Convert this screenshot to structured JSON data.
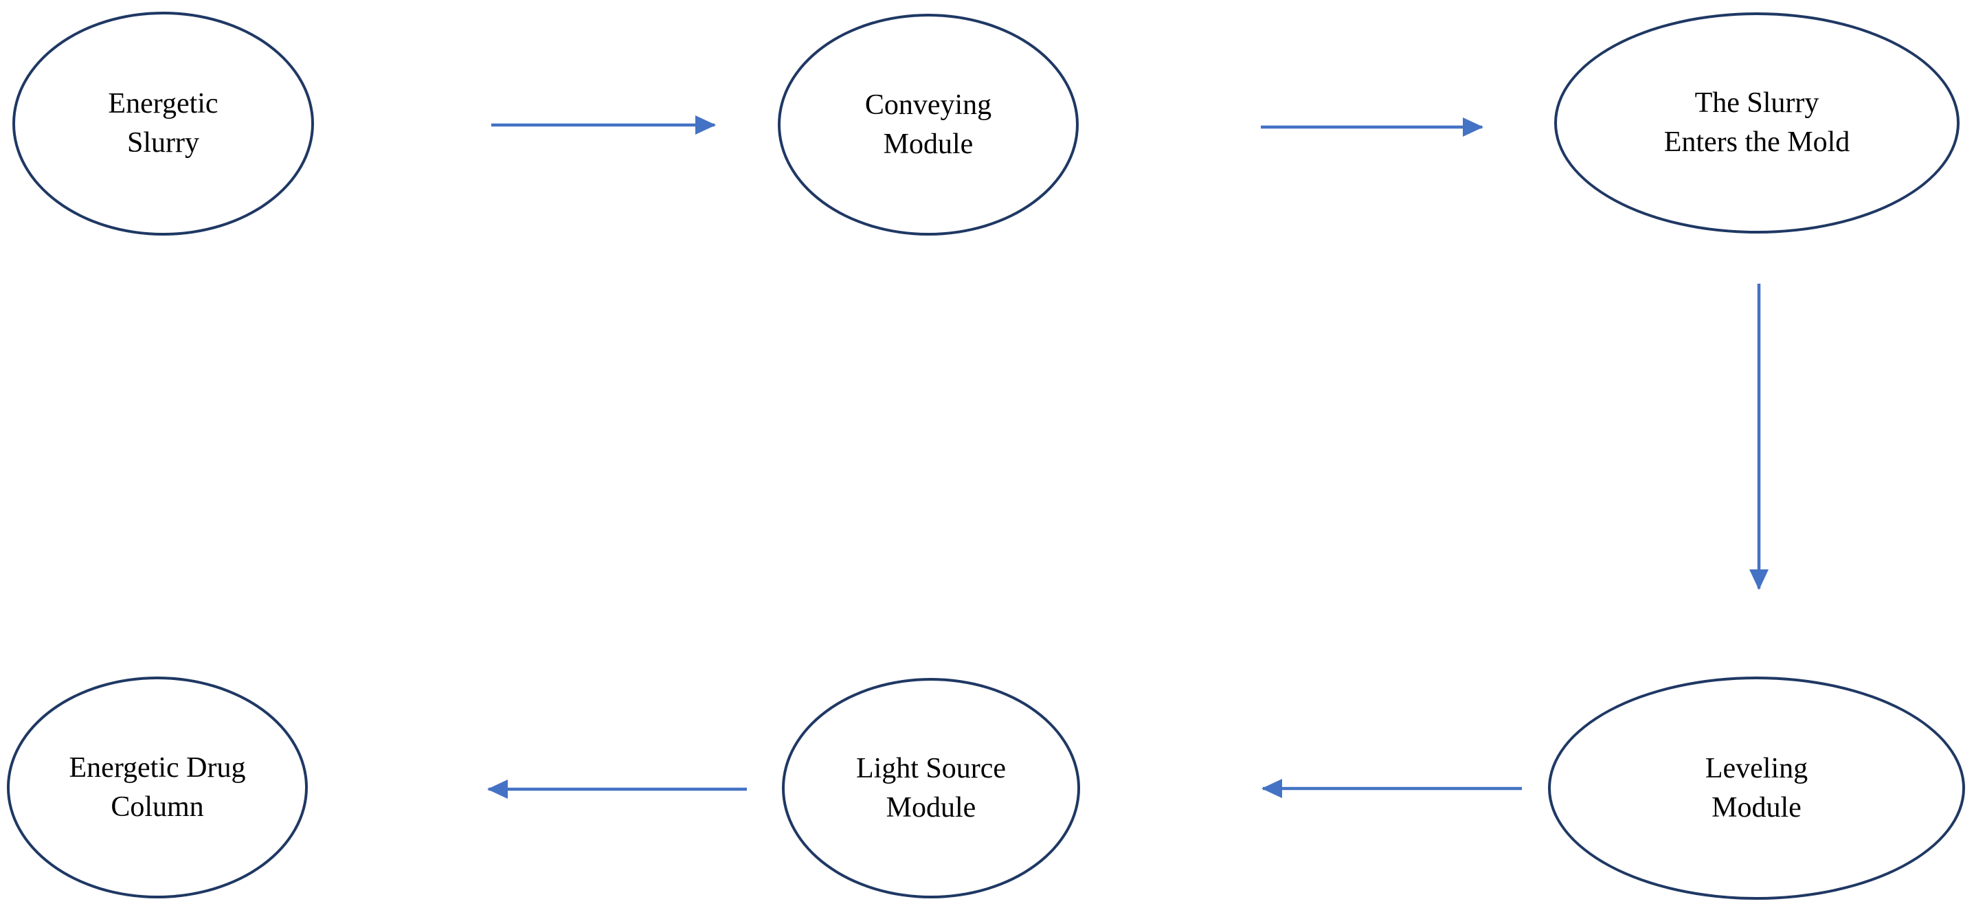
{
  "figure": {
    "type": "flowchart",
    "background": "#ffffff"
  },
  "colors": {
    "node_stroke": "#1F3864",
    "node_fill": "#ffffff",
    "arrow": "#4472C4",
    "text": "#000000"
  },
  "nodes": [
    {
      "id": "energetic-slurry",
      "label": "Energetic\nSlurry"
    },
    {
      "id": "conveying-module",
      "label": "Conveying\nModule"
    },
    {
      "id": "slurry-enters-mold",
      "label": "The Slurry\nEnters the Mold"
    },
    {
      "id": "energetic-drug-column",
      "label": "Energetic Drug\nColumn"
    },
    {
      "id": "light-source-module",
      "label": "Light Source\nModule"
    },
    {
      "id": "leveling-module",
      "label": "Leveling\nModule"
    }
  ],
  "edges": [
    {
      "from": "energetic-slurry",
      "to": "conveying-module",
      "direction": "right"
    },
    {
      "from": "conveying-module",
      "to": "slurry-enters-mold",
      "direction": "right"
    },
    {
      "from": "slurry-enters-mold",
      "to": "leveling-module",
      "direction": "down"
    },
    {
      "from": "leveling-module",
      "to": "light-source-module",
      "direction": "left"
    },
    {
      "from": "light-source-module",
      "to": "energetic-drug-column",
      "direction": "left"
    }
  ]
}
